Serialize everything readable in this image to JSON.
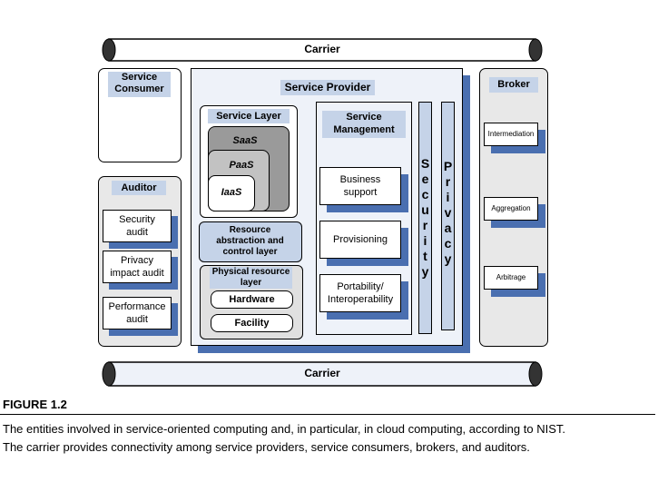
{
  "carrier_top": "Carrier",
  "carrier_bottom": "Carrier",
  "consumer": {
    "label": "Service\nConsumer"
  },
  "provider": {
    "label": "Service Provider"
  },
  "service_layer": {
    "label": "Service Layer",
    "saas": "SaaS",
    "paas": "PaaS",
    "iaas": "IaaS"
  },
  "resource_layer": {
    "label": "Resource\nabstraction and\ncontrol layer"
  },
  "physical_layer": {
    "label": "Physical resource\nlayer",
    "hardware": "Hardware",
    "facility": "Facility"
  },
  "management": {
    "label": "Service\nManagement",
    "items": [
      "Business\nsupport",
      "Provisioning",
      "Portability/\nInteroperability"
    ]
  },
  "security": [
    "S",
    "e",
    "c",
    "u",
    "r",
    "i",
    "t",
    "y"
  ],
  "privacy": [
    "P",
    "r",
    "i",
    "v",
    "a",
    "c",
    "y"
  ],
  "auditor": {
    "label": "Auditor",
    "items": [
      "Security\naudit",
      "Privacy\nimpact audit",
      "Performance\naudit"
    ]
  },
  "broker": {
    "label": "Broker",
    "items": [
      "Intermediation",
      "Aggregation",
      "Arbitrage"
    ]
  },
  "figure": {
    "label": "FIGURE 1.2",
    "caption_line1": "The entities involved in service-oriented computing and, in particular, in cloud computing, according to NIST.",
    "caption_line2": "The carrier provides connectivity among service providers, service consumers, brokers, and auditors."
  },
  "colors": {
    "shadow": "#4a6fb0",
    "header": "#c5d3e8",
    "panel": "#e8e8e8",
    "provider": "#eef2f9"
  }
}
